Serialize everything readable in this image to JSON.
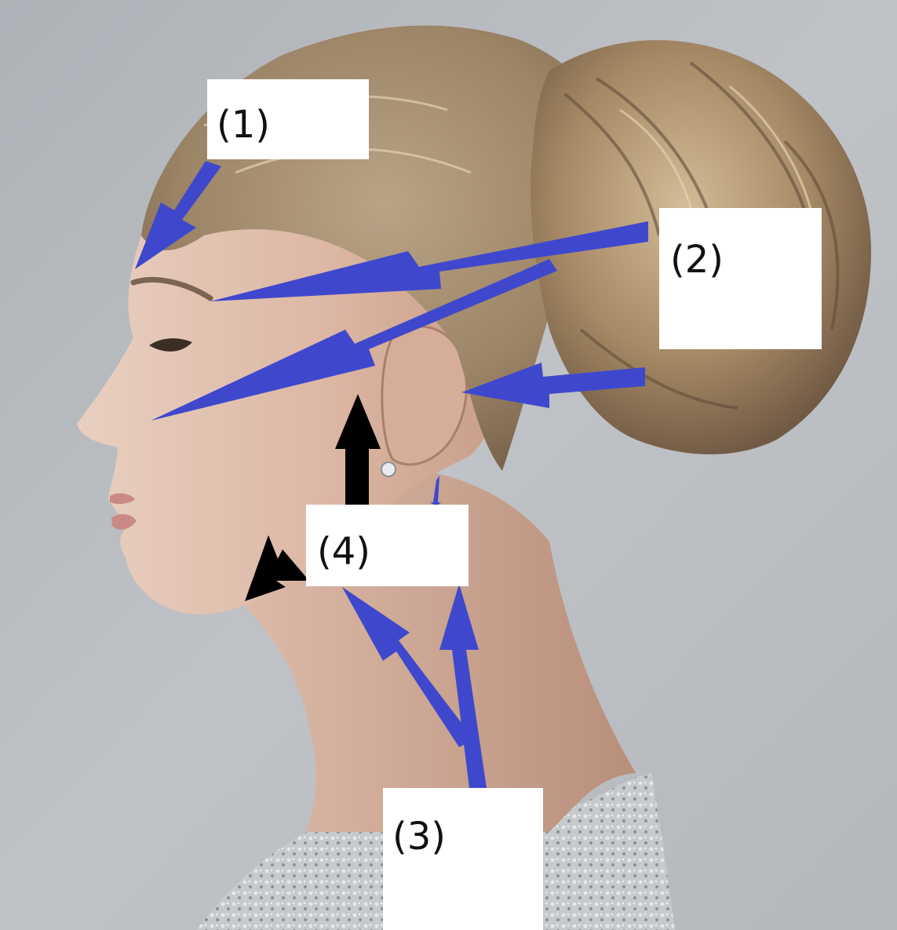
{
  "labels": {
    "label_1": "(1)",
    "label_2": "(2)",
    "label_3": "(3)",
    "label_4": "(4)"
  },
  "colors": {
    "arrow_blue": "#3f48cc",
    "arrow_black": "#000000",
    "label_box_fill": "#ffffff",
    "background": "#b9bcc1"
  }
}
